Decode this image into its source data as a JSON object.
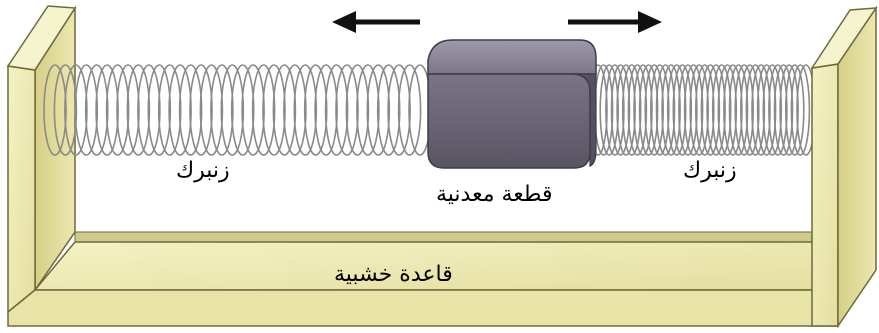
{
  "labels": {
    "left_spring": "زنبرك",
    "right_spring": "زنبرك",
    "metal_block": "قطعة معدنية",
    "wooden_base": "قاعدة خشبية"
  },
  "colors": {
    "wood_light": "#f1efb8",
    "wood_mid": "#dcd78f",
    "wood_dark": "#b9b469",
    "outline": "#6d6a3a",
    "block_front": "#6f6a7a",
    "block_top": "#8e889a",
    "spring": "#8c8c8c",
    "arrow": "#111111"
  },
  "arrows": [
    "left-arrow",
    "right-arrow"
  ]
}
